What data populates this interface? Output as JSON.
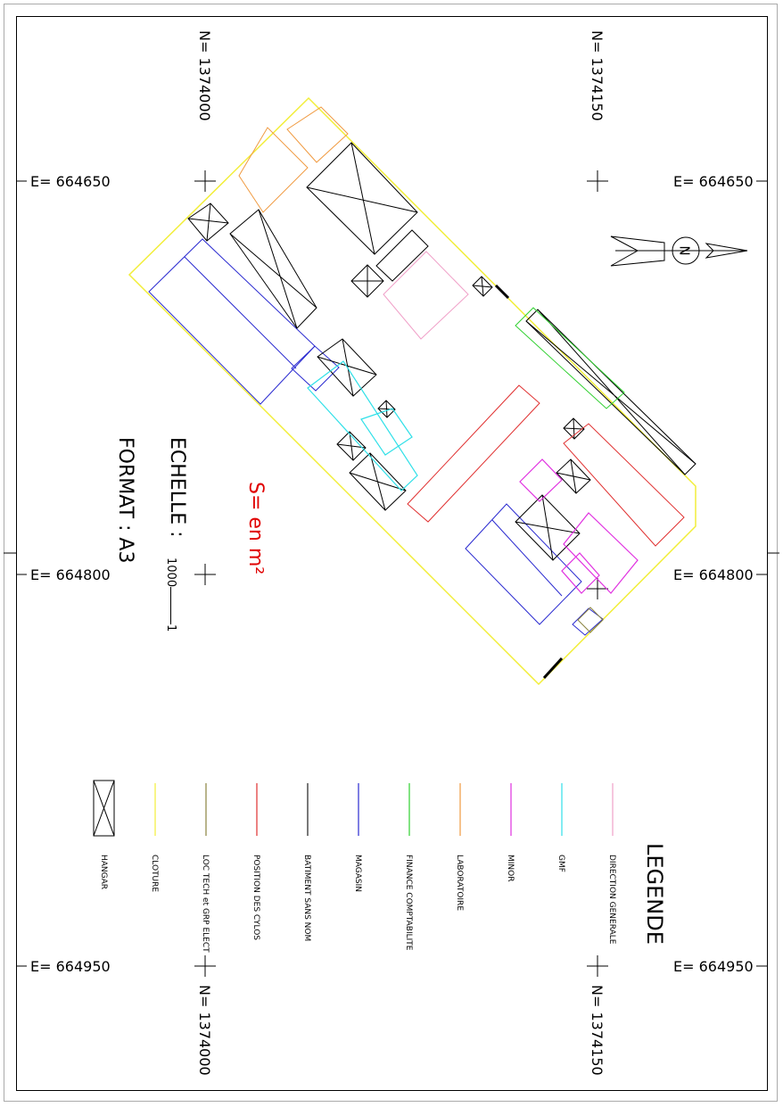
{
  "grid": {
    "n_west": "N= 1374000",
    "n_east": "N= 1374150",
    "e_top": "E= 664650",
    "e_mid": "E= 664800",
    "e_bottom": "E= 664950"
  },
  "north_arrow": {
    "letter": "N"
  },
  "surface_note": "S= en m²",
  "scale": {
    "label": "ECHELLE :",
    "numerator": "1",
    "denominator": "1000"
  },
  "format": "FORMAT : A3",
  "legend": {
    "title": "LEGENDE",
    "items": [
      {
        "label": "HANGAR",
        "color": "#000000"
      },
      {
        "label": "CLOTURE",
        "color": "#f2ee3a"
      },
      {
        "label": "LOC TECH et GRP ELECT",
        "color": "#8a8440"
      },
      {
        "label": "POSITION DES CYLOS",
        "color": "#e03030"
      },
      {
        "label": "BATIMENT SANS NOM",
        "color": "#202020"
      },
      {
        "label": "MAGASIN",
        "color": "#2a2ad0"
      },
      {
        "label": "FINANCE COMPTABILITE",
        "color": "#30d030"
      },
      {
        "label": "LABORATOIRE",
        "color": "#f09a40"
      },
      {
        "label": "MINOR",
        "color": "#e030e0"
      },
      {
        "label": "GMF",
        "color": "#30e0e8"
      },
      {
        "label": "DIRECTION GENERALE",
        "color": "#f0a0c8"
      }
    ]
  }
}
